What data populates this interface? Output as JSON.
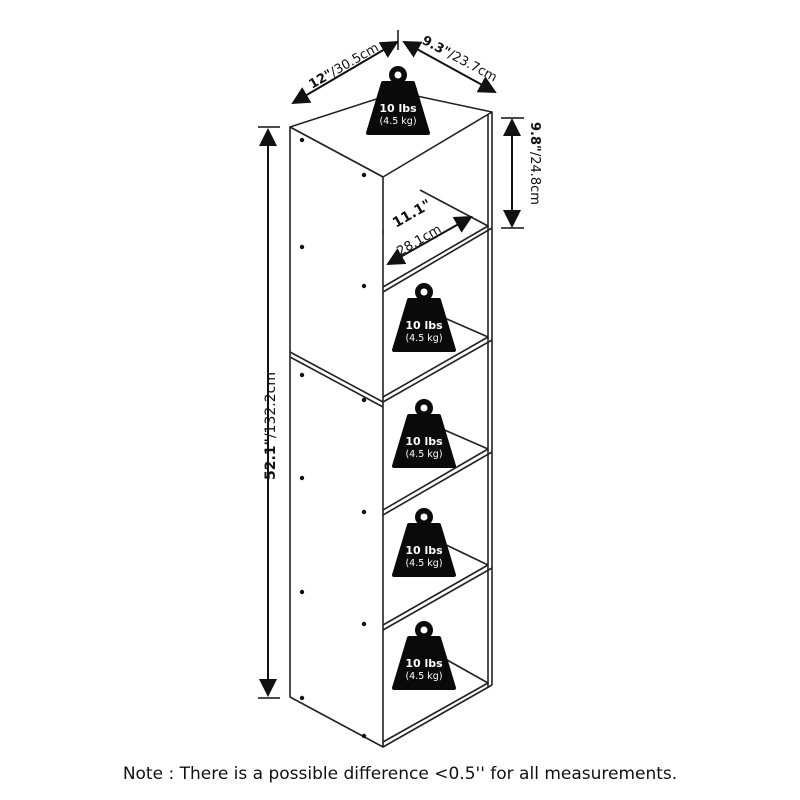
{
  "dimensions": {
    "depth": {
      "inches": "12\"",
      "cm": "/30.5cm"
    },
    "width": {
      "inches": "9.3\"",
      "cm": "/23.7cm"
    },
    "shelf_height": {
      "inches": "9.8\"",
      "cm": "/24.8cm"
    },
    "shelf_width": {
      "inches": "11.1\"",
      "cm": "28.1cm"
    },
    "total_height": {
      "inches": "52.1\"",
      "cm": "/132.2cm"
    }
  },
  "weight_capacity": [
    {
      "lbs": "10 lbs",
      "kg": "(4.5 kg)"
    },
    {
      "lbs": "10 lbs",
      "kg": "(4.5 kg)"
    },
    {
      "lbs": "10 lbs",
      "kg": "(4.5 kg)"
    },
    {
      "lbs": "10 lbs",
      "kg": "(4.5 kg)"
    },
    {
      "lbs": "10 lbs",
      "kg": "(4.5 kg)"
    }
  ],
  "note": "Note : There is a possible difference <0.5'' for all measurements.",
  "colors": {
    "line": "#111111",
    "weight_fill": "#0a0a0a",
    "background": "#ffffff"
  }
}
